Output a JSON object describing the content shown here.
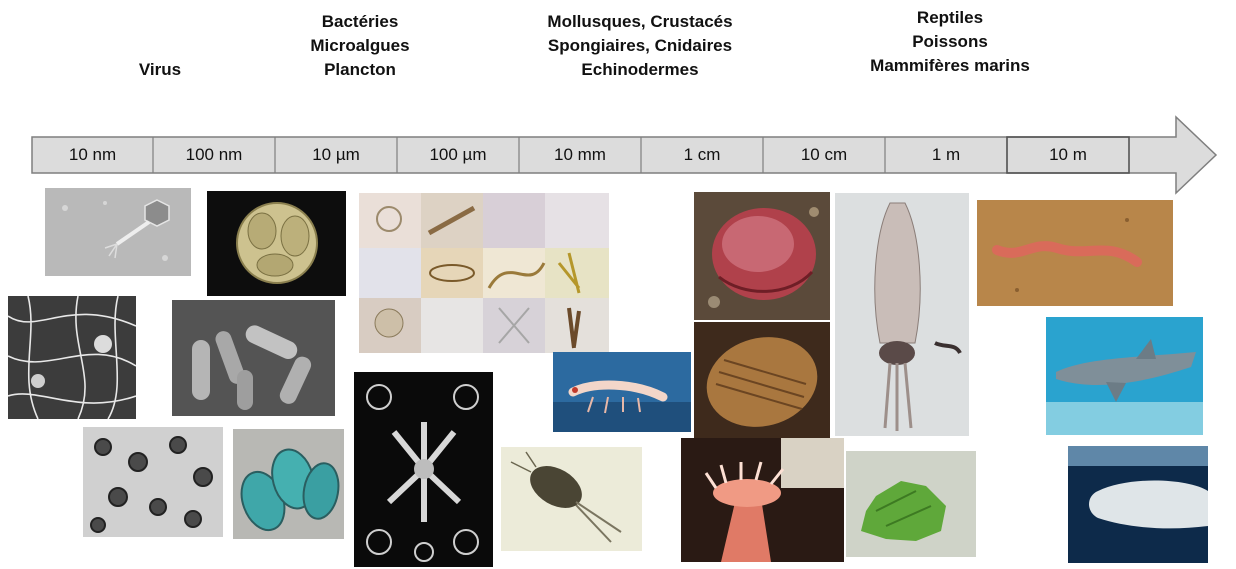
{
  "groups": [
    {
      "lines": [
        "Virus"
      ]
    },
    {
      "lines": [
        "Bactéries",
        "Microalgues",
        "Plancton"
      ]
    },
    {
      "lines": [
        "Mollusques, Crustacés",
        "Spongiaires, Cnidaires",
        "Echinodermes"
      ]
    },
    {
      "lines": [
        "Reptiles",
        "Poissons",
        "Mammifères marins"
      ]
    }
  ],
  "scale": [
    "10 nm",
    "100 nm",
    "10 µm",
    "100 µm",
    "10 mm",
    "1 cm",
    "10 cm",
    "1 m",
    "10 m"
  ],
  "colors": {
    "arrow_fill": "#dcdcdc",
    "arrow_stroke": "#7f7f7f"
  },
  "photos": [
    "phage-virus-photo",
    "coccolithophore-photo",
    "virus-mesh-photo",
    "bacteria-rods-photo",
    "virus-particles-photo",
    "green-microalgae-photo",
    "phytoplankton-collage-photo",
    "radiolaria-plate-photo",
    "krill-photo",
    "copepod-photo",
    "clam-photo",
    "chiton-photo",
    "anemone-photo",
    "squid-photo",
    "green-sponge-photo",
    "ribbon-worm-photo",
    "shark-photo",
    "sperm-whale-photo"
  ]
}
